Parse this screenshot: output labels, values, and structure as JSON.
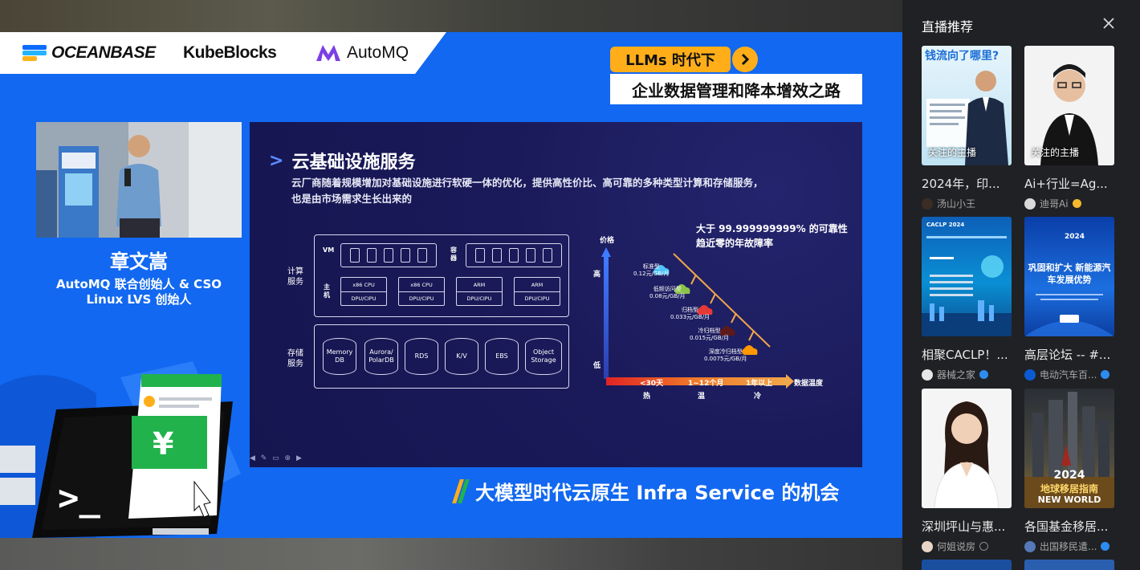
{
  "video": {
    "logos": [
      "OCEANBASE",
      "KubeBlocks",
      "AutoMQ"
    ],
    "tag_title": "LLMs 时代下",
    "tag_subtitle": "企业数据管理和降本增效之路",
    "speaker": {
      "name": "章文嵩",
      "role_line1": "AutoMQ 联合创始人 & CSO",
      "role_line2": "Linux LVS 创始人"
    },
    "slide": {
      "title": "云基础设施服务",
      "desc_line1": "云厂商随着规模增加对基础设施进行软硬一体的优化，提供高性价比、高可靠的多种类型计算和存储服务，",
      "desc_line2": "也是由市场需求生长出来的",
      "compute_label": "计算服务",
      "storage_label": "存储服务",
      "vm_label": "VM",
      "container_label": "容器",
      "host_label": "主机",
      "hosts": [
        {
          "top": "x86 CPU",
          "bottom": "DPU/CIPU"
        },
        {
          "top": "x86 CPU",
          "bottom": "DPU/CIPU"
        },
        {
          "top": "ARM",
          "bottom": "DPU/CIPU"
        },
        {
          "top": "ARM",
          "bottom": "DPU/CIPU"
        }
      ],
      "storages": [
        "Memory DB",
        "Aurora/ PolarDB",
        "RDS",
        "K/V",
        "EBS",
        "Object Storage"
      ],
      "reliability_line1": "大于 99.999999999% 的可靠性",
      "reliability_line2": "趋近零的年故障率",
      "y_axis": "价格",
      "y_high": "高",
      "y_low": "低",
      "x_axis": "数据温度",
      "x_ticks": [
        "<30天",
        "1~12个月",
        "1年以上"
      ],
      "x_temps": [
        "热",
        "温",
        "冷"
      ],
      "tiers": [
        {
          "name": "标准型",
          "price": "0.12元/GB/月",
          "color": "#4fc3f7"
        },
        {
          "name": "低频访问型",
          "price": "0.08元/GB/月",
          "color": "#8bc34a"
        },
        {
          "name": "归档型",
          "price": "0.033元/GB/月",
          "color": "#e53935"
        },
        {
          "name": "冷归档型",
          "price": "0.015元/GB/月",
          "color": "#5d1a1a"
        },
        {
          "name": "深度冷归档型",
          "price": "0.0075元/GB/月",
          "color": "#ff9800"
        }
      ]
    },
    "bottom_title": "大模型时代云原生  Infra Service 的机会",
    "colors": {
      "slide_bg": "#1268f0",
      "accent": "#ffae1a"
    }
  },
  "sidebar": {
    "title": "直播推荐",
    "follow_badge": "关注的主播",
    "thumb_texts": {
      "c1": "钱流向了哪里?",
      "c3_tag": "CACLP 2024",
      "c4_text": "巩固和扩大 新能源汽车发展优势",
      "c4_year": "2024",
      "c6_year": "2024",
      "c6_text1": "地球移居指南",
      "c6_text2": "NEW WORLD"
    },
    "cards": [
      {
        "title": "2024年，印...",
        "author": "汤山小王",
        "badge": "follow",
        "verified": "none"
      },
      {
        "title": "Ai+行业=Ag...",
        "author": "迪哥Ai",
        "badge": "follow",
        "verified": "gold"
      },
      {
        "title": "相聚CACLP！...",
        "author": "器械之家",
        "badge": "",
        "verified": "blue"
      },
      {
        "title": "高层论坛 -- #...",
        "author": "电动汽车百...",
        "badge": "",
        "verified": "blue"
      },
      {
        "title": "深圳坪山与惠...",
        "author": "何姐说房",
        "badge": "",
        "verified": "gray"
      },
      {
        "title": "各国基金移居...",
        "author": "出国移民遣...",
        "badge": "",
        "verified": "blue"
      }
    ]
  }
}
